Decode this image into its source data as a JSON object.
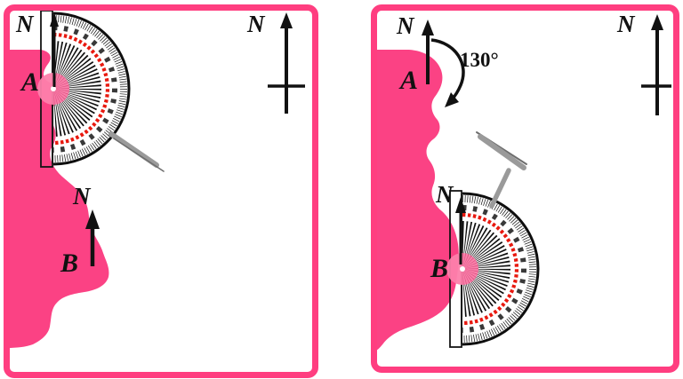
{
  "colors": {
    "accent_pink": "#FF3E80",
    "blob_pink": "#FB4284",
    "protractor_red": "#E8190F",
    "pencil_grey": "#9A9A9A",
    "pencil_grey_dark": "#6E6E6E",
    "ink": "#111111",
    "hub_pink": "#FD7FAB"
  },
  "panels": [
    {
      "id": "left",
      "labels": {
        "north_at_A": "N",
        "point_A": "A",
        "north_at_B": "N",
        "point_B": "B",
        "compass_north": "N"
      }
    },
    {
      "id": "right",
      "labels": {
        "north_at_A": "N",
        "point_A": "A",
        "angle": "130°",
        "north_at_B": "N",
        "point_B": "B",
        "compass_north": "N"
      }
    }
  ]
}
